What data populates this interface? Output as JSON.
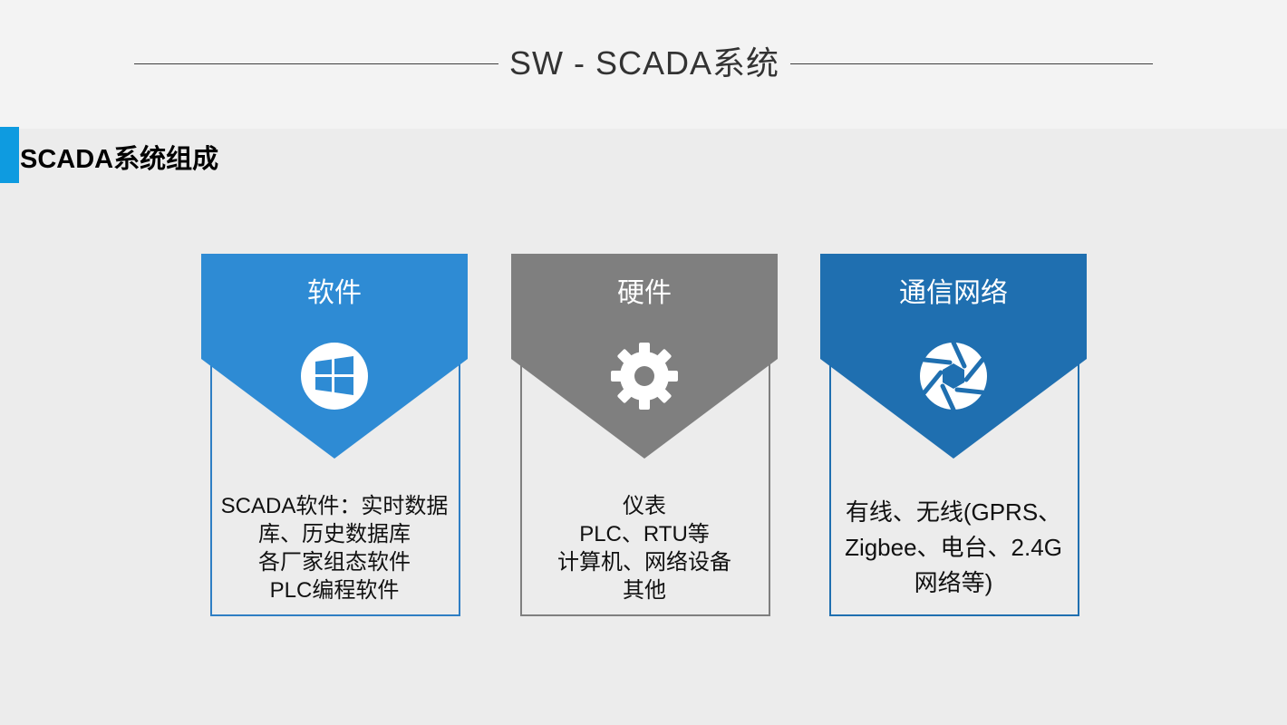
{
  "header": {
    "title": "SW - SCADA系统"
  },
  "section": {
    "title": "SCADA系统组成"
  },
  "cards": [
    {
      "title": "软件",
      "icon": "windows-icon",
      "color": "#2e8bd4",
      "border_color": "#2e7ec4",
      "lines": [
        "SCADA软件：实时数据",
        "库、历史数据库",
        "各厂家组态软件",
        "PLC编程软件"
      ]
    },
    {
      "title": "硬件",
      "icon": "gear-icon",
      "color": "#7f7f7f",
      "border_color": "#7f7f7f",
      "lines": [
        "仪表",
        "PLC、RTU等",
        "计算机、网络设备",
        "其他"
      ]
    },
    {
      "title": "通信网络",
      "icon": "aperture-icon",
      "color": "#1f6fb0",
      "border_color": "#1f6fb0",
      "lines": [
        "有线、无线(GPRS、",
        "Zigbee、电台、2.4G",
        "网络等)"
      ]
    }
  ],
  "colors": {
    "accent": "#0e9be0",
    "background": "#ececec"
  }
}
